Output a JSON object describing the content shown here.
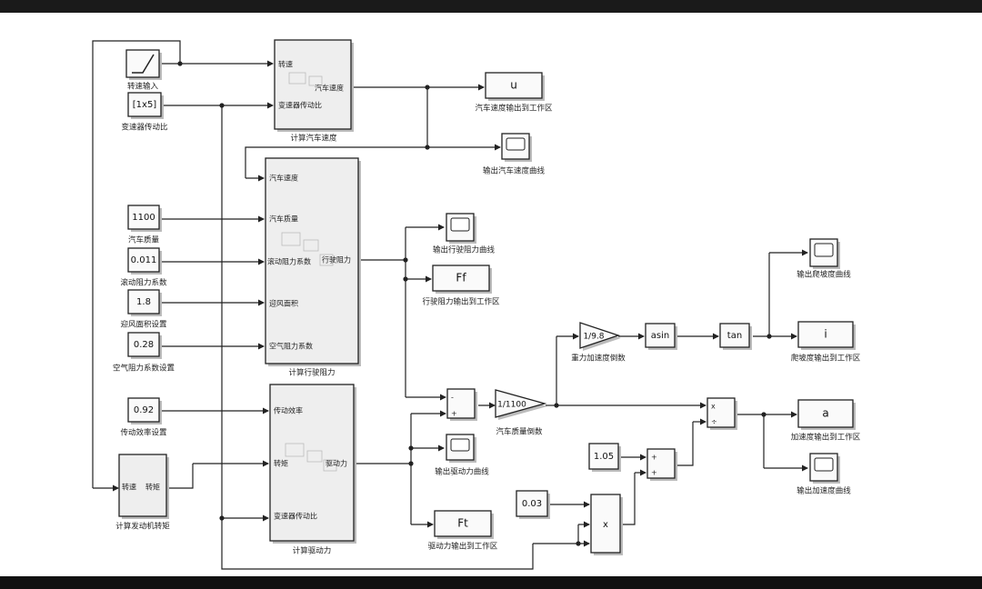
{
  "blocks": {
    "speed_input": {
      "caption": "转速输入"
    },
    "gear_ratio": {
      "value": "[1x5]",
      "caption": "变速器传动比"
    },
    "mass": {
      "value": "1100",
      "caption": "汽车质量"
    },
    "roll_coef": {
      "value": "0.011",
      "caption": "滚动阻力系数"
    },
    "frontal_area": {
      "value": "1.8",
      "caption": "迎风面积设置"
    },
    "air_coef": {
      "value": "0.28",
      "caption": "空气阻力系数设置"
    },
    "efficiency": {
      "value": "0.92",
      "caption": "传动效率设置"
    },
    "engine_torque": {
      "caption": "计算发动机转矩",
      "port_in": "转速",
      "port_out": "转矩"
    },
    "calc_speed": {
      "caption": "计算汽车速度",
      "in1": "转速",
      "in2": "变速器传动比",
      "out1": "汽车速度"
    },
    "calc_resist": {
      "caption": "计算行驶阻力",
      "in1": "汽车速度",
      "in2": "汽车质量",
      "in3": "滚动阻力系数",
      "in4": "迎风面积",
      "in5": "空气阻力系数",
      "out1": "行驶阻力"
    },
    "calc_drive": {
      "caption": "计算驱动力",
      "in1": "传动效率",
      "in2": "转矩",
      "in3": "变速器传动比",
      "out1": "驱动力"
    },
    "u_out": {
      "value": "u",
      "caption": "汽车速度输出到工作区"
    },
    "u_scope": {
      "caption": "输出汽车速度曲线"
    },
    "ff_scope": {
      "caption": "输出行驶阻力曲线"
    },
    "ff_out": {
      "value": "Ff",
      "caption": "行驶阻力输出到工作区"
    },
    "ft_scope": {
      "caption": "输出驱动力曲线"
    },
    "ft_out": {
      "value": "Ft",
      "caption": "驱动力输出到工作区"
    },
    "sum1": {
      "sign1": "-",
      "sign2": "+"
    },
    "inv_mass": {
      "value": "1/1100",
      "caption": "汽车质量倒数"
    },
    "inv_g": {
      "value": "1/9.8",
      "caption": "重力加速度倒数"
    },
    "asin": {
      "value": "asin"
    },
    "tan": {
      "value": "tan"
    },
    "grade_scope": {
      "caption": "输出爬坡度曲线"
    },
    "i_out": {
      "value": "i",
      "caption": "爬坡度输出到工作区"
    },
    "prod1": {
      "sign": "x"
    },
    "a_out": {
      "value": "a",
      "caption": "加速度输出到工作区"
    },
    "a_scope": {
      "caption": "输出加速度曲线"
    },
    "c105": {
      "value": "1.05"
    },
    "sum2": {
      "sign1": "+",
      "sign2": "+"
    },
    "c003": {
      "value": "0.03"
    },
    "prod2": {
      "sign": "x"
    }
  }
}
